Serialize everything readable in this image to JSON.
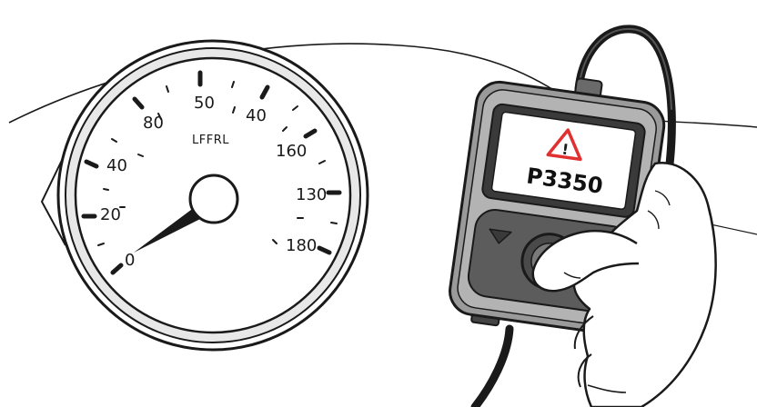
{
  "gauge": {
    "brand_label": "LFFRL",
    "labels": [
      "0",
      "20",
      "40",
      "80",
      "50",
      "40",
      "160",
      "130",
      "180"
    ]
  },
  "scanner": {
    "warning_symbol": "!",
    "code": "P3350"
  },
  "colors": {
    "outline": "#1a1a1a",
    "device_body": "#9a9a9a",
    "device_panel": "#5c5c5c",
    "screen": "#ffffff",
    "warning": "#e03030"
  }
}
